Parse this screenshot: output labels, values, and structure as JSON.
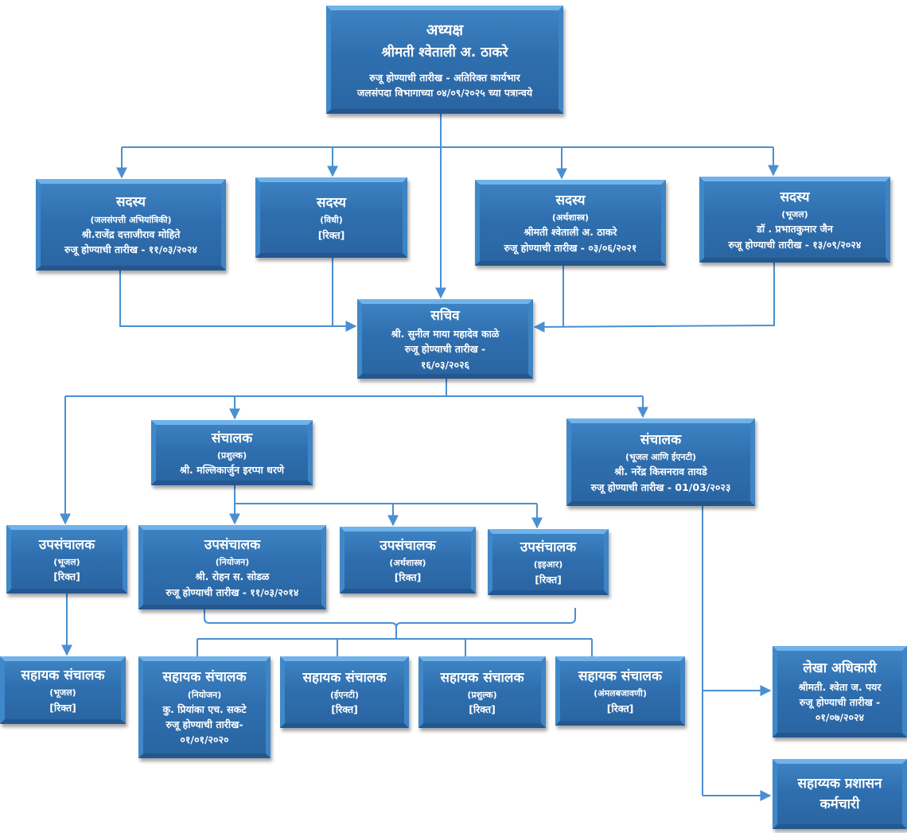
{
  "org_chart": {
    "chairman": {
      "title": "अध्यक्ष",
      "name": "श्रीमती श्वेताली अ. ठाकरे",
      "line1": "रुजू होण्याची तारीख - अतिरिक्त कार्यभार",
      "line2": "जलसंपदा विभागाच्या ०४/०९/२०२५ च्या पत्रान्वये"
    },
    "members": [
      {
        "title": "सदस्य",
        "dept": "(जलसंपत्ती अभियांत्रिकी)",
        "name": "श्री.राजेंद्र दत्ताजीराव मोहिते",
        "joining": "रुजू होण्याची तारीख - ११/०३/२०२४"
      },
      {
        "title": "सदस्य",
        "dept": "(विधी)",
        "name": "[रिक्त]"
      },
      {
        "title": "सदस्य",
        "dept": "(अर्थशास्त्र)",
        "name": "श्रीमती श्वेताली अ. ठाकरे",
        "joining": "रुजू होण्याची तारीख - ०३/०६/२०२१"
      },
      {
        "title": "सदस्य",
        "dept": "(भूजल)",
        "name": "डॉ . प्रभातकुमार जैन",
        "joining": "रुजू होण्याची तारीख - १३/०९/२०२४"
      }
    ],
    "secretary": {
      "title": "सचिव",
      "name": "श्री. सुनील माया महादेव काळे",
      "joining_label": "रुजू होण्याची तारीख -",
      "joining_date": "१६/०३/२०२६"
    },
    "directors": [
      {
        "title": "संचालक",
        "dept": "(प्रशुल्क)",
        "name": "श्री. मल्लिकार्जुन इरप्पा धरणे"
      },
      {
        "title": "संचालक",
        "dept": "(भूजल आणि ईएनटी)",
        "name": "श्री. नरेंद्र किसनराव तायडे",
        "joining": "रुजू होण्याची तारीख - 01/03/२०२३"
      }
    ],
    "deputy_directors": [
      {
        "title": "उपसंचालक",
        "dept": "(भूजल)",
        "name": "[रिक्त]"
      },
      {
        "title": "उपसंचालक",
        "dept": "(नियोजन)",
        "name": "श्री. रोहन  स. सोडळ",
        "joining": "रुजू होण्याची तारीख - ११/०३/२०१४"
      },
      {
        "title": "उपसंचालक",
        "dept": "(अर्थशास्त्र)",
        "name": "[रिक्त]"
      },
      {
        "title": "उपसंचालक",
        "dept": "(इइआर)",
        "name": "[रिक्त]"
      }
    ],
    "assistant_directors": [
      {
        "title": "सहायक संचालक",
        "dept": "(भूजल)",
        "name": "[रिक्त]"
      },
      {
        "title": "सहायक संचालक",
        "dept": "(नियोजन)",
        "name": "कु. प्रियांका  एच. सकटे",
        "joining_label": "रुजू होण्याची तारीख-",
        "joining_date": "०१/०१/२०२०"
      },
      {
        "title": "सहायक संचालक",
        "dept": "(ईएनटी)",
        "name": "[रिक्त]"
      },
      {
        "title": "सहायक संचालक",
        "dept": "(प्रशुल्क)",
        "name": "[रिक्त]"
      },
      {
        "title": "सहायक संचालक",
        "dept": "(अंमलबजावणी)",
        "name": "[रिक्त]"
      }
    ],
    "accounts_officer": {
      "title": "लेखा अधिकारी",
      "name": "श्रीमती. श्वेता ज. पयर",
      "joining_label": "रुजू होण्याची तारीख -",
      "joining_date": "०१/०७/२०२४"
    },
    "admin_staff": {
      "line1": "सहाय्यक प्रशासन",
      "line2": "कर्मचारी"
    },
    "colors": {
      "box_fill": "#2f6faf",
      "box_highlight": "#6fb3ea",
      "connector": "#4a8fd2",
      "text": "#ffffff"
    }
  }
}
